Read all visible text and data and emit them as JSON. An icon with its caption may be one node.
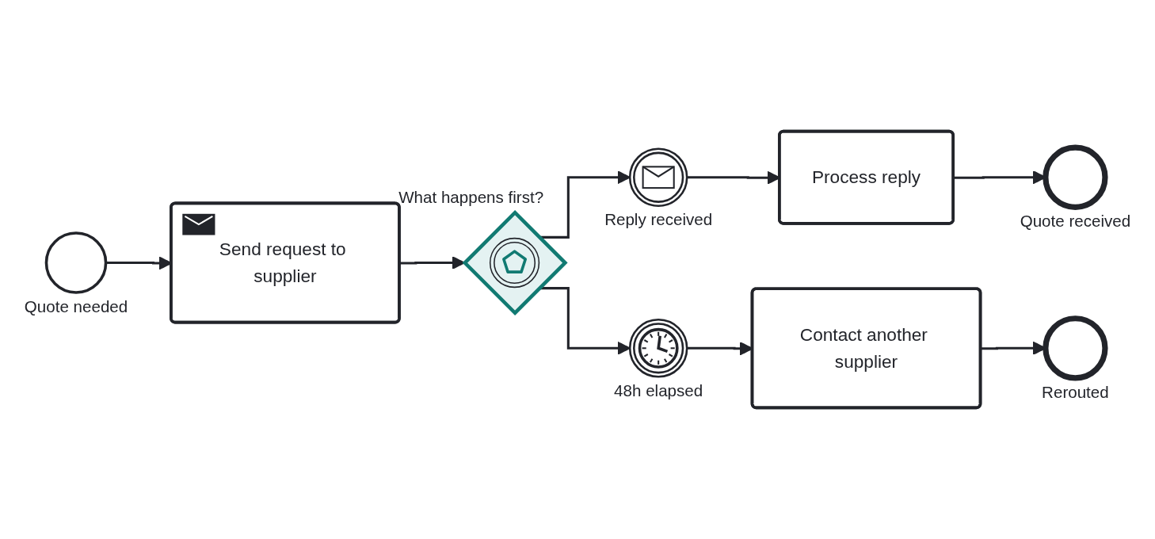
{
  "diagram": {
    "nodes": [
      {
        "text": [],
        "shape": "circle",
        "beside": [
          "Quote needed"
        ]
      },
      {
        "text": [
          "Send request to supplier"
        ]
      },
      {
        "text": [],
        "shape": "diamond",
        "beside": [
          "What happens first?"
        ]
      },
      {
        "text": [],
        "shape": "circle",
        "beside": [
          "Reply received"
        ]
      },
      {
        "text": [
          "Process reply"
        ]
      },
      {
        "text": [],
        "shape": "circle",
        "beside": [
          "Quote received"
        ]
      },
      {
        "text": [],
        "shape": "circle",
        "beside": [
          "48h elapsed"
        ]
      },
      {
        "text": [
          "Contact another supplier"
        ]
      },
      {
        "text": [],
        "shape": "circle",
        "beside": [
          "Rerouted"
        ]
      }
    ],
    "edges": [
      {
        "from": 0,
        "to": 1,
        "arrow": "to"
      },
      {
        "from": 1,
        "to": 2,
        "arrow": "to"
      },
      {
        "from": 2,
        "to": 3,
        "arrow": "to"
      },
      {
        "from": 3,
        "to": 4,
        "arrow": "to"
      },
      {
        "from": 4,
        "to": 5,
        "arrow": "to"
      },
      {
        "from": 2,
        "to": 6,
        "arrow": "to"
      },
      {
        "from": 6,
        "to": 7,
        "arrow": "to"
      },
      {
        "from": 7,
        "to": 8,
        "arrow": "to"
      }
    ]
  }
}
